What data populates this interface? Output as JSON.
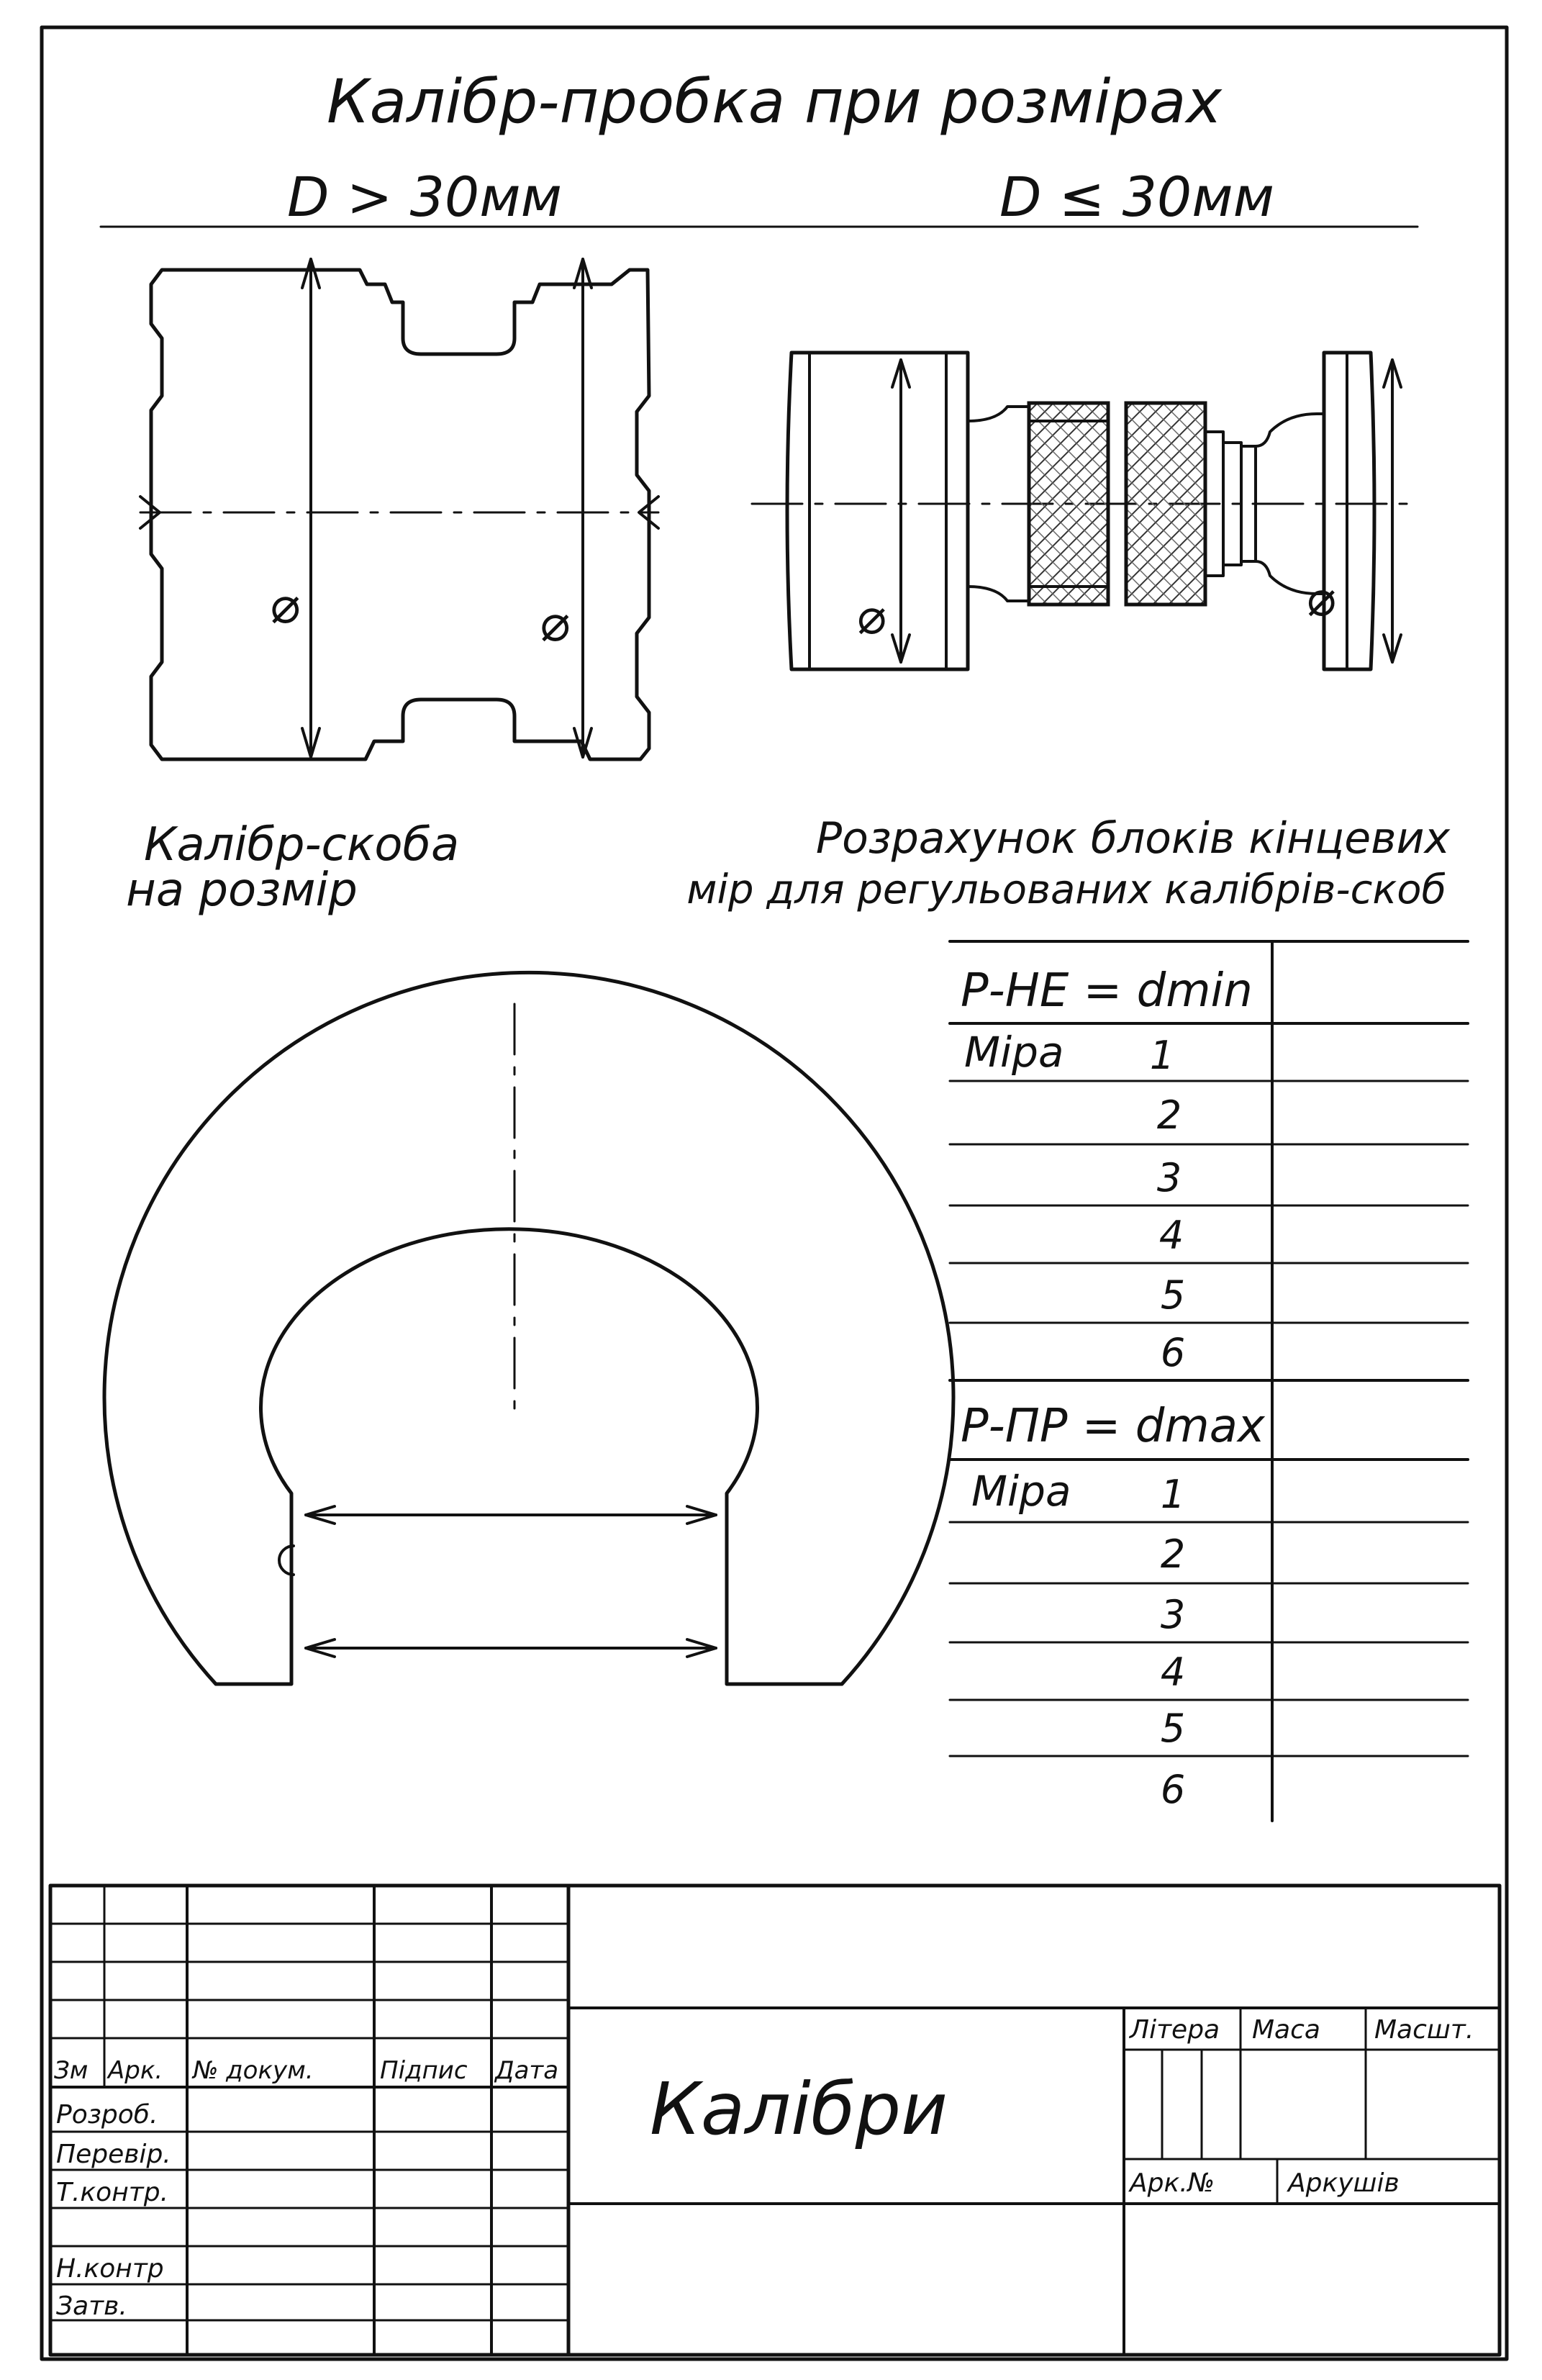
{
  "header": {
    "title": "Калібр-пробка при розмірах",
    "left_condition": "D > 30мм",
    "right_condition": "D ≤ 30мм"
  },
  "symbols": {
    "diameter": "⌀"
  },
  "captions": {
    "snap_gauge_line1": "Калібр-скоба",
    "snap_gauge_line2": "на розмір",
    "calc_line1": "Розрахунок блоків кінцевих",
    "calc_line2": "мір для регульованих калібрів-скоб"
  },
  "calc_table": {
    "sections": [
      {
        "formula": "Р-НЕ = dmin",
        "measure_label": "Міра",
        "rows": [
          "1",
          "2",
          "3",
          "4",
          "5",
          "6"
        ]
      },
      {
        "formula": "Р-ПР = dmax",
        "measure_label": "Міра",
        "rows": [
          "1",
          "2",
          "3",
          "4",
          "5",
          "6"
        ]
      }
    ]
  },
  "title_block": {
    "headers": [
      "Зм",
      "Арк.",
      "№ докум.",
      "Підпис",
      "Дата"
    ],
    "roles": [
      "Розроб.",
      "Перевір.",
      "Т.контр.",
      "",
      "Н.контр",
      "Затв."
    ],
    "drawing_title": "Калібри",
    "litera_label": "Літера",
    "mass_label": "Маса",
    "scale_label": "Масшт.",
    "sheet_label": "Арк.№",
    "sheets_label": "Аркушів"
  }
}
